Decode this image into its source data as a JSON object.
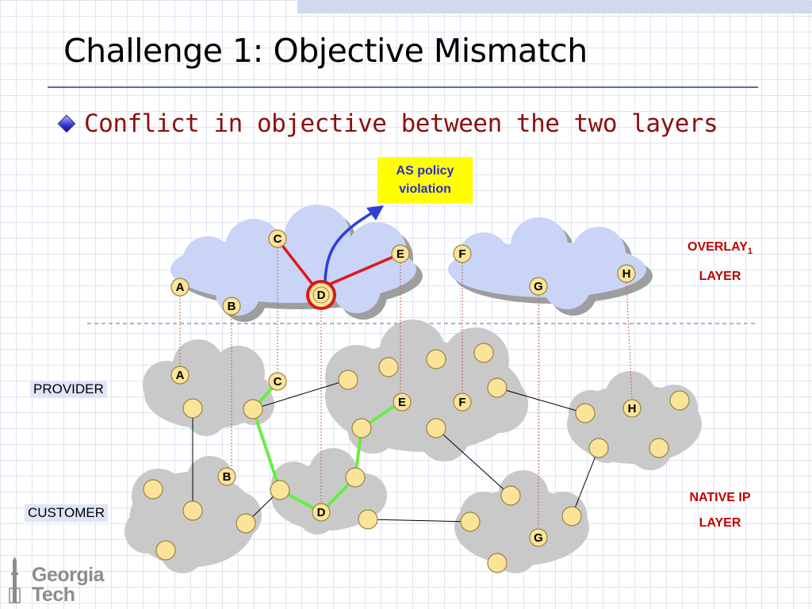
{
  "slide": {
    "title": "Challenge 1: Objective Mismatch",
    "bullet": "Conflict in objective between the two layers"
  },
  "callout": {
    "line1": "AS policy",
    "line2": "violation"
  },
  "labels": {
    "provider": "PROVIDER",
    "customer": "CUSTOMER",
    "overlay_line1": "OVERLAY",
    "overlay_sub": "1",
    "overlay_line2": "LAYER",
    "native_line1": "NATIVE IP",
    "native_line2": "LAYER"
  },
  "logo": {
    "line1": "Georgia",
    "line2": "Tech"
  },
  "nodes": {
    "overlay": [
      "A",
      "B",
      "C",
      "D",
      "E",
      "F",
      "G",
      "H"
    ],
    "native": [
      "A",
      "B",
      "C",
      "D",
      "E",
      "F",
      "G",
      "H"
    ]
  },
  "colors": {
    "overlay_cloud": "#c9d4f7",
    "native_cloud": "#c9c9c9",
    "node_fill": "#fbe39a",
    "path_green": "#66ee44",
    "overlay_link_red": "#e01818",
    "violation_arrow": "#2b3fd8",
    "layer_label": "#c00000",
    "callout_bg": "#ffff00"
  }
}
